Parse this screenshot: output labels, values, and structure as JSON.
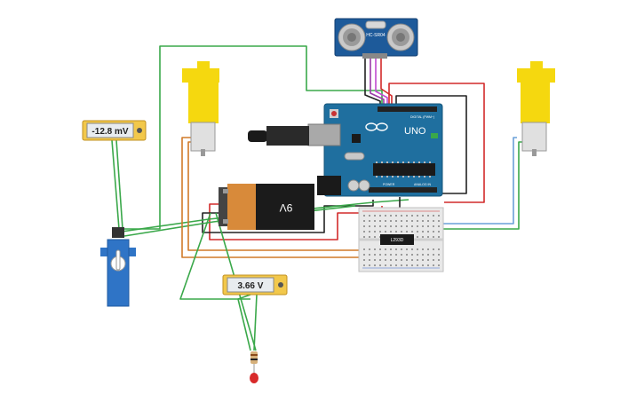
{
  "meters": {
    "left": {
      "reading": "-12.8 mV"
    },
    "bottom": {
      "reading": "3.66 V"
    }
  },
  "battery": {
    "label": "9V"
  },
  "arduino": {
    "brand": "UNO",
    "power_label": "POWER",
    "analog_label": "ANALOG IN",
    "digital_label": "DIGITAL (PWM~)"
  },
  "sensor": {
    "model": "HC-SR04"
  },
  "ic": {
    "label": "L293D"
  },
  "colors": {
    "board": "#1f6f9f",
    "motor": "#f5d80f",
    "battery_body": "#1b1b1b",
    "battery_cap": "#d88a3a",
    "wire_red": "#d22a2a",
    "wire_green": "#3aa84a",
    "wire_black": "#222222",
    "wire_orange": "#d07a28",
    "wire_purple": "#9a3aa8",
    "wire_blue": "#5a8fd0"
  }
}
